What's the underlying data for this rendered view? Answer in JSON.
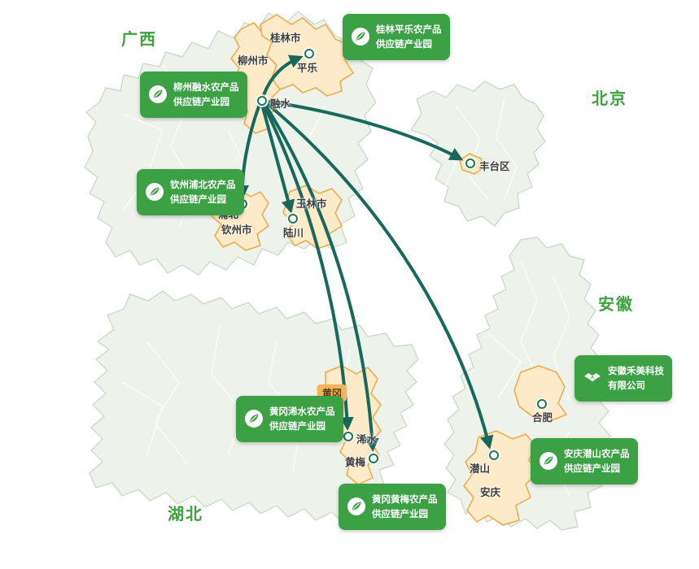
{
  "map": {
    "provinces": {
      "guangxi": "广西",
      "beijing": "北京",
      "anhui": "安徽",
      "hubei": "湖北"
    },
    "cities": {
      "guilin": "桂林市",
      "liuzhou": "柳州市",
      "pingle": "平乐",
      "rongshui": "融水",
      "yulin": "玉林市",
      "pubei": "浦北",
      "qinzhou": "钦州市",
      "luchuan": "陆川",
      "fengtai": "丰台区",
      "hefei": "合肥",
      "qianshan": "潜山",
      "anqing": "安庆",
      "huanggang": "黄冈",
      "xishui": "浠水",
      "huangmei": "黄梅"
    }
  },
  "callouts": {
    "guilin_pingle": {
      "line1": "桂林平乐农产品",
      "line2": "供应链产业园",
      "icon": "leaf-logo-icon"
    },
    "liuzhou_rongshui": {
      "line1": "柳州融水农产品",
      "line2": "供应链产业园",
      "icon": "leaf-logo-icon"
    },
    "qinzhou_pubei": {
      "line1": "钦州浦北农产品",
      "line2": "供应链产业园",
      "icon": "leaf-logo-icon"
    },
    "huanggang_xishui": {
      "line1": "黄冈浠水农产品",
      "line2": "供应链产业园",
      "icon": "leaf-logo-icon"
    },
    "huanggang_huangmei": {
      "line1": "黄冈黄梅农产品",
      "line2": "供应链产业园",
      "icon": "leaf-logo-icon"
    },
    "anqing_qianshan": {
      "line1": "安庆潜山农产品",
      "line2": "供应链产业园",
      "icon": "leaf-logo-icon"
    },
    "anhui_hemei": {
      "line1": "安徽禾美科技",
      "line2": "有限公司",
      "icon": "handshake-icon"
    }
  },
  "flows": [
    {
      "from": "融水",
      "to": "平乐"
    },
    {
      "from": "融水",
      "to": "丰台区"
    },
    {
      "from": "融水",
      "to": "浦北"
    },
    {
      "from": "融水",
      "to": "陆川"
    },
    {
      "from": "融水",
      "to": "浠水"
    },
    {
      "from": "融水",
      "to": "黄梅"
    },
    {
      "from": "融水",
      "to": "潜山"
    }
  ],
  "colors": {
    "callout_green": "#3ba144",
    "arrow": "#17695c",
    "province_fill": "#edf2ea",
    "province_border": "#c7d6c3",
    "highlight_fill": "#fdeac8",
    "highlight_border": "#efa845",
    "province_label": "#3ea23e",
    "city_label": "#3c3c3c"
  }
}
